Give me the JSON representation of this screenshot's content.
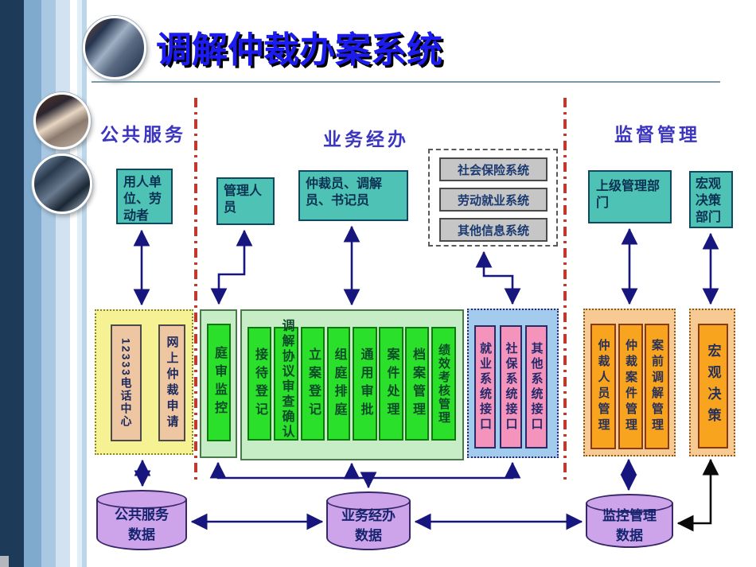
{
  "title": "调解仲裁办案系统",
  "columns": {
    "public": {
      "header": "公共服务",
      "user_box": "用人单位、劳动者",
      "channel_boxes": [
        "12333电话中心",
        "网上仲裁申请"
      ],
      "database": "公共服务数据"
    },
    "business": {
      "header": "业务经办",
      "manager_box": "管理人员",
      "staff_box": "仲裁员、调解员、书记员",
      "external_systems": [
        "社会保险系统",
        "劳动就业系统",
        "其他信息系统"
      ],
      "court_monitor_box": "庭审监控",
      "process_boxes": [
        "接待登记",
        "调解协议审查确认",
        "立案登记",
        "组庭排庭",
        "通用审批",
        "案件处理",
        "档案管理",
        "绩效考核管理"
      ],
      "interface_boxes": [
        "就业系统接口",
        "社保系统接口",
        "其他系统接口"
      ],
      "database": "业务经办数据"
    },
    "supervision": {
      "header": "监督管理",
      "superior_box": "上级管理部门",
      "macro_dept_box": "宏观决策部门",
      "manage_boxes": [
        "仲裁人员管理",
        "仲裁案件管理",
        "案前调解管理"
      ],
      "macro_box": "宏观决策",
      "database": "监控管理数据"
    }
  },
  "icons": {
    "title_photo": "office-desk-photo",
    "sidebar_photo_top": "business-people-photo",
    "sidebar_photo_bottom": "walking-people-photo"
  },
  "colors": {
    "title_blue": "#1c1cf0",
    "header_blue": "#3b35c0",
    "actor_teal": "#4fc2b6",
    "module_green": "#2be02b",
    "interface_pink": "#f494bc",
    "manage_orange": "#f9a41f",
    "channel_salmon": "#efc6a2",
    "container_yellow": "#f6f192",
    "container_green": "#c6edc6",
    "container_blue": "#a3cbee",
    "container_orange": "#f6ca92",
    "database_purple": "#cda3ea",
    "external_gray": "#c6c6c6",
    "separator_red": "#c0392b",
    "arrow_navy": "#16167e",
    "arrow_black": "#0a0a0a"
  }
}
